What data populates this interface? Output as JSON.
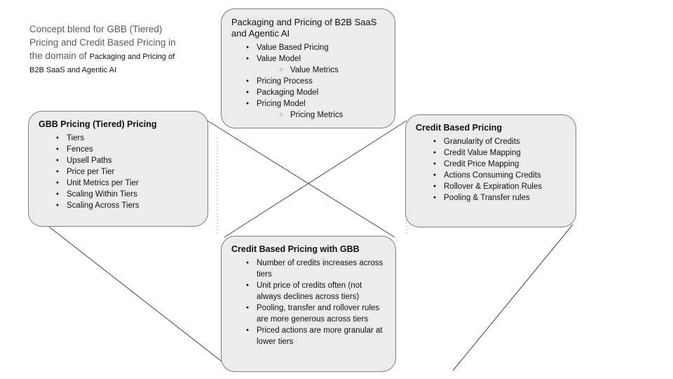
{
  "caption": {
    "main": "Concept blend for GBB (Tiered) Pricing and Credit Based Pricing in the domain of ",
    "domain": "Packaging and Pricing of B2B SaaS and Agentic AI"
  },
  "boxes": {
    "generic": {
      "title": "Packaging and Pricing of B2B SaaS and Agentic AI",
      "items": [
        {
          "label": "Value Based Pricing",
          "level": 1
        },
        {
          "label": "Value Model",
          "level": 1
        },
        {
          "label": "Value Metrics",
          "level": 2
        },
        {
          "label": "Pricing Process",
          "level": 1
        },
        {
          "label": "Packaging Model",
          "level": 1
        },
        {
          "label": "Pricing Model",
          "level": 1
        },
        {
          "label": "Pricing Metrics",
          "level": 2
        }
      ]
    },
    "left": {
      "title": "GBB Pricing (Tiered) Pricing",
      "items": [
        {
          "label": "Tiers",
          "level": 1
        },
        {
          "label": "Fences",
          "level": 1
        },
        {
          "label": "Upsell Paths",
          "level": 1
        },
        {
          "label": "Price per Tier",
          "level": 1
        },
        {
          "label": "Unit Metrics per Tier",
          "level": 1
        },
        {
          "label": "Scaling Within Tiers",
          "level": 1
        },
        {
          "label": "Scaling Across Tiers",
          "level": 1
        }
      ]
    },
    "right": {
      "title": "Credit Based Pricing",
      "items": [
        {
          "label": "Granularity of Credits",
          "level": 1
        },
        {
          "label": "Credit Value Mapping",
          "level": 1
        },
        {
          "label": "Credit Price Mapping",
          "level": 1
        },
        {
          "label": "Actions Consuming Credits",
          "level": 1
        },
        {
          "label": "Rollover & Expiration Rules",
          "level": 1
        },
        {
          "label": "Pooling & Transfer rules",
          "level": 1
        }
      ]
    },
    "blend": {
      "title": "Credit Based Pricing with GBB",
      "items": [
        {
          "label": "Number of credits increases across tiers",
          "level": 1
        },
        {
          "label": "Unit price of credits often (not always declines across tiers)",
          "level": 1
        },
        {
          "label": "Pooling, transfer and rollover rules are more generous across tiers",
          "level": 1
        },
        {
          "label": "Priced actions are more granular at lower tiers",
          "level": 1
        }
      ]
    }
  }
}
